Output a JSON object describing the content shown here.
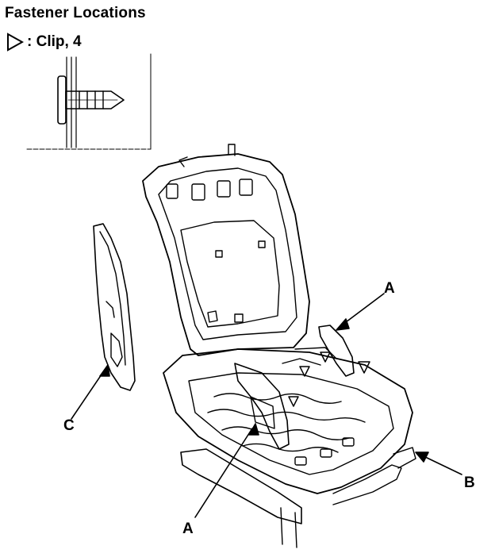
{
  "title": "Fastener Locations",
  "legend": {
    "symbol": "triangle-outline-icon",
    "text": ": Clip, 4"
  },
  "callouts": {
    "a_top": "A",
    "a_bottom": "A",
    "b": "B",
    "c": "C"
  },
  "colors": {
    "ink": "#000000",
    "background": "#ffffff"
  }
}
